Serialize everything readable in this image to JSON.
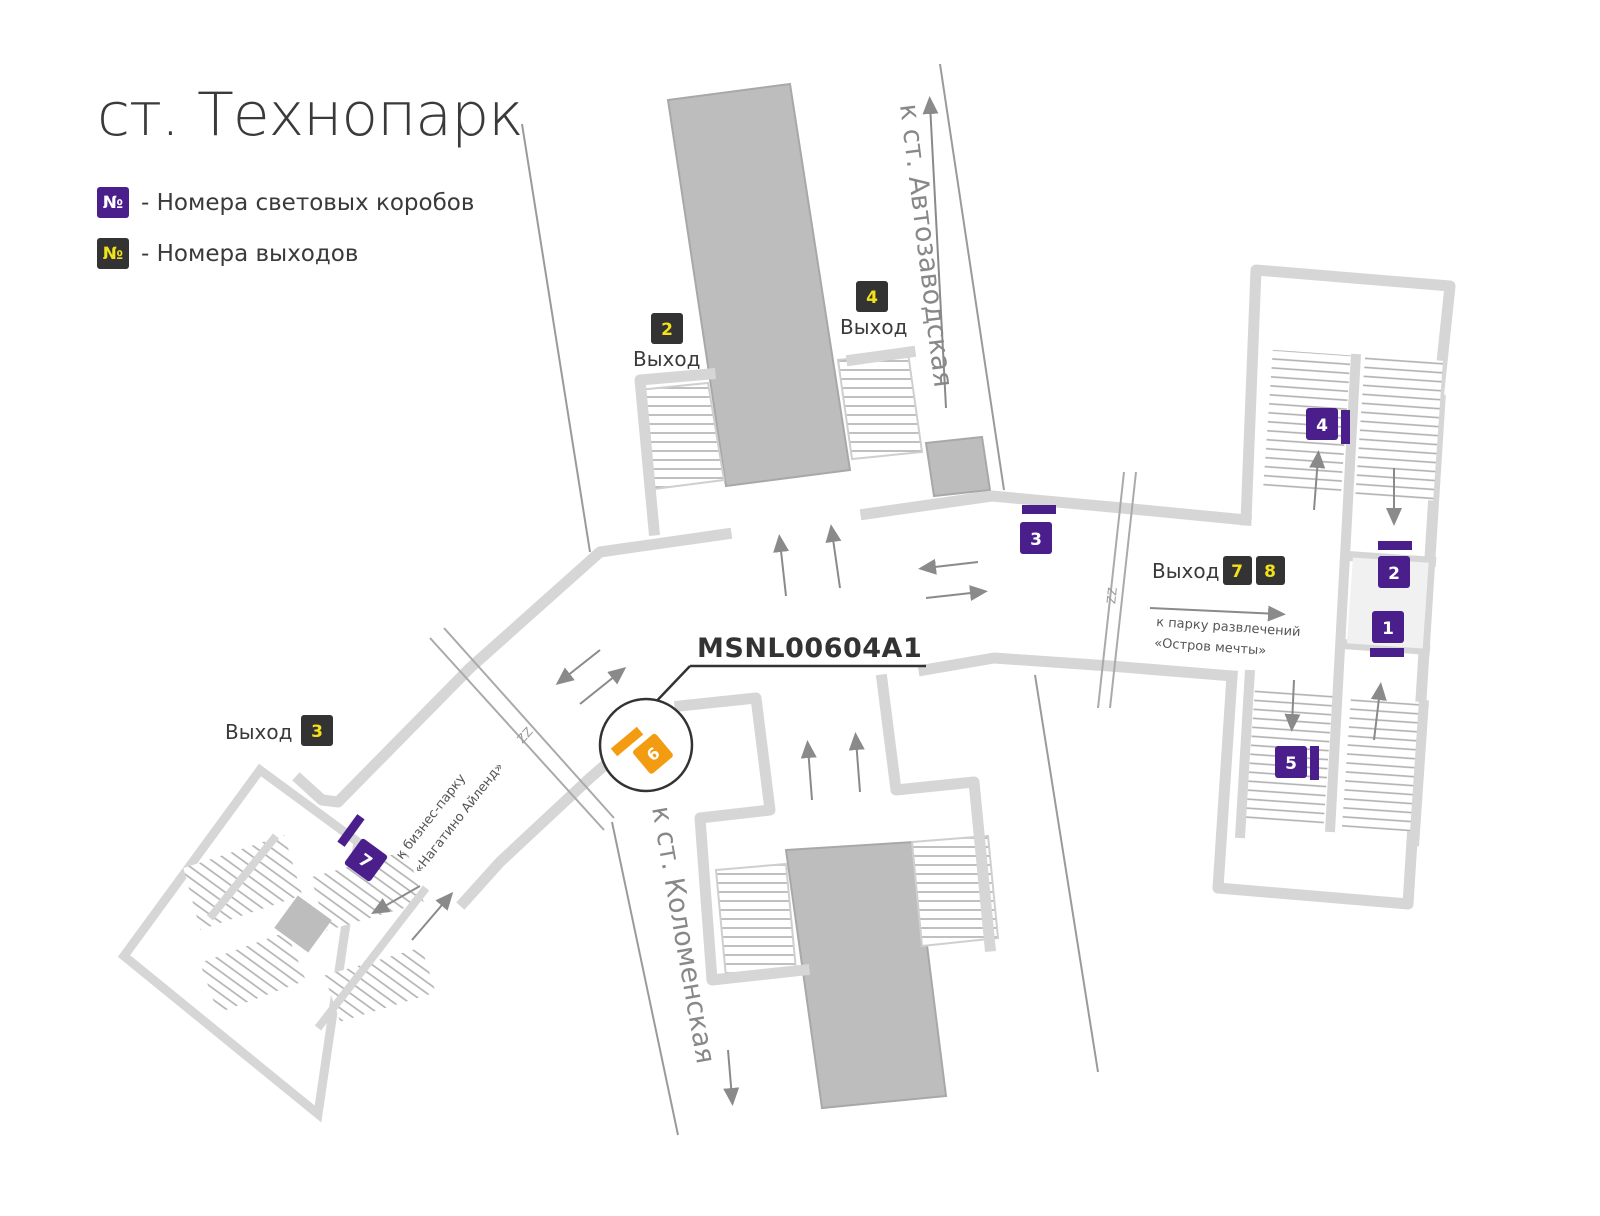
{
  "title": "ст. Технопарк",
  "legend": {
    "symbol": "№",
    "lightbox_label": "- Номера световых коробов",
    "exit_label": "- Номера выходов"
  },
  "colors": {
    "lightbox": "#4a1f8c",
    "exit_badge_bg": "#333333",
    "exit_badge_text": "#f3e21a",
    "highlight": "#f39c12",
    "wall": "#d6d6d6",
    "platform": "#bdbdbd"
  },
  "exit_word": "Выход",
  "exits": {
    "e2": "2",
    "e4": "4",
    "e3": "3",
    "e7": "7",
    "e8": "8"
  },
  "lightboxes": {
    "lb1": "1",
    "lb2": "2",
    "lb3": "3",
    "lb4": "4",
    "lb5": "5",
    "lb6": "6",
    "lb7": "7"
  },
  "highlight_code": "MSNL00604A1",
  "directions": {
    "avtozavodskaya": "к ст. Автозаводская",
    "kolomenskaya": "к ст. Коломенская",
    "park_line1": "к парку развлечений",
    "park_line2": "«Остров мечты»",
    "business_line1": "к бизнес-парку",
    "business_line2": "«Нагатино Айленд»"
  },
  "break_mark": "ZZ"
}
